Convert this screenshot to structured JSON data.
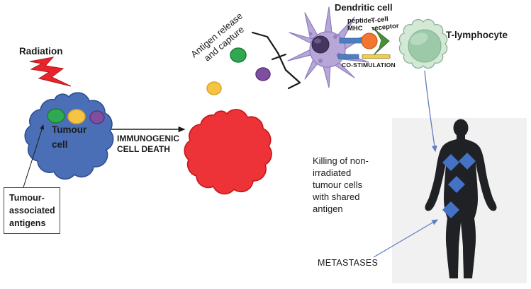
{
  "labels": {
    "radiation": "Radiation",
    "tumour_cell": "Tumour cell",
    "tumour_associated_antigens": "Tumour-associated antigens",
    "immunogenic_cell_death": "IMMUNOGENIC CELL DEATH",
    "antigen_release": "Antigen release and capture",
    "dendritic_cell": "Dendritic cell",
    "peptide_mhc": "peptide-MHC",
    "t_cell_receptor": "T-cell receptor",
    "co_stimulation": "CO-STIMULATION",
    "t_lymphocyte": "T-lymphocyte",
    "killing_text": "Killing of non-irradiated tumour cells with shared antigen",
    "metastases": "METASTASES"
  },
  "colors": {
    "tumour_cell_fill": "#4b6fb6",
    "tumour_cell_stroke": "#2e4d8e",
    "dead_cell_fill": "#ee3338",
    "radiation_bolt": "#e8242a",
    "antigen_green": "#2fa852",
    "antigen_yellow": "#f6c443",
    "antigen_purple": "#7e4f9e",
    "dendritic_fill": "#b7a7d9",
    "dendritic_nucleus": "#46365f",
    "t_cell_outer": "#d4e8d6",
    "t_cell_inner": "#9ccaa9",
    "mhc_bar_blue": "#4d7fc0",
    "peptide_orange": "#f2762f",
    "tcr_green": "#4b8f3c",
    "costim_yellow": "#e9cf52",
    "metastasis_diamond": "#4472c4",
    "body_silhouette": "#202124",
    "panel_gray": "#f1f1f1",
    "arrow_blue": "#5f7ec1"
  }
}
